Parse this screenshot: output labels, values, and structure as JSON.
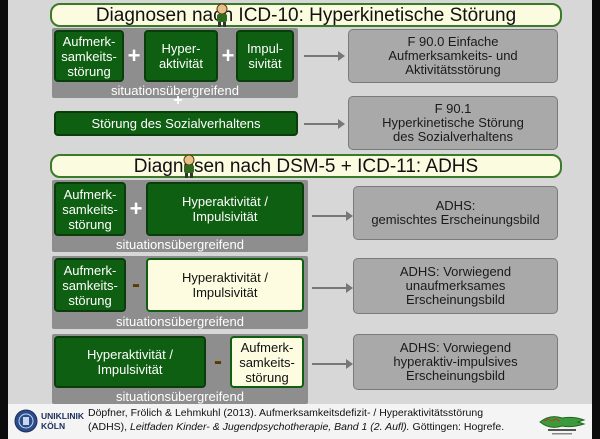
{
  "section1": {
    "title": "Diagnosen nach ICD-10: Hyperkinetische Störung",
    "box_attention": "Aufmerk-\nsamkeits-\nstörung",
    "plus1": "+",
    "box_hyper": "Hyper-\naktivität",
    "plus2": "+",
    "box_impuls": "Impul-\nsivität",
    "bar": "situationsübergreifend",
    "plus3": "+",
    "box_social": "Störung des Sozialverhaltens",
    "result1": "F 90.0 Einfache\nAufmerksamkeits- und\nAktivitätsstörung",
    "result2": "F 90.1\nHyperkinetische Störung\ndes Sozialverhaltens"
  },
  "section2": {
    "title": "Diagnosen nach DSM-5 + ICD-11: ADHS",
    "row1": {
      "box_attention": "Aufmerk-\nsamkeits-\nstörung",
      "op": "+",
      "box_hyper": "Hyperaktivität /\nImpulsivität",
      "bar": "situationsübergreifend",
      "result": "ADHS:\ngemischtes Erscheinungsbild"
    },
    "row2": {
      "box_attention": "Aufmerk-\nsamkeits-\nstörung",
      "op": "-",
      "box_hyper": "Hyperaktivität /\nImpulsivität",
      "bar": "situationsübergreifend",
      "result": "ADHS: Vorwiegend\nunaufmerksames\nErscheinungsbild"
    },
    "row3": {
      "box_hyper": "Hyperaktivität /\nImpulsivität",
      "op": "-",
      "box_attention": "Aufmerk-\nsamkeits-\nstörung",
      "bar": "situationsübergreifend",
      "result": "ADHS: Vorwiegend\nhyperaktiv-impulsives\nErscheinungsbild"
    }
  },
  "footer": {
    "logo_left_line1": "UNIKLINIK",
    "logo_left_line2": "KÖLN",
    "ref_line1": "Döpfner, Frölich & Lehmkuhl (2013). Aufmerksamkeitsdefizit- / Hyperaktivitätsstörung",
    "ref_line2_a": "(ADHS), ",
    "ref_line2_b": "Leitfaden Kinder- & Jugendpsychotherapie,  Band 1 (2. Aufl).",
    "ref_line2_c": " Göttingen: Hogrefe."
  },
  "colors": {
    "dark_green": "#0f5f12",
    "light_box": "#fdfce0",
    "bar_gray": "#8e8e8e",
    "result_gray": "#a9a9a9",
    "slide_bg": "#d7d7d7"
  }
}
